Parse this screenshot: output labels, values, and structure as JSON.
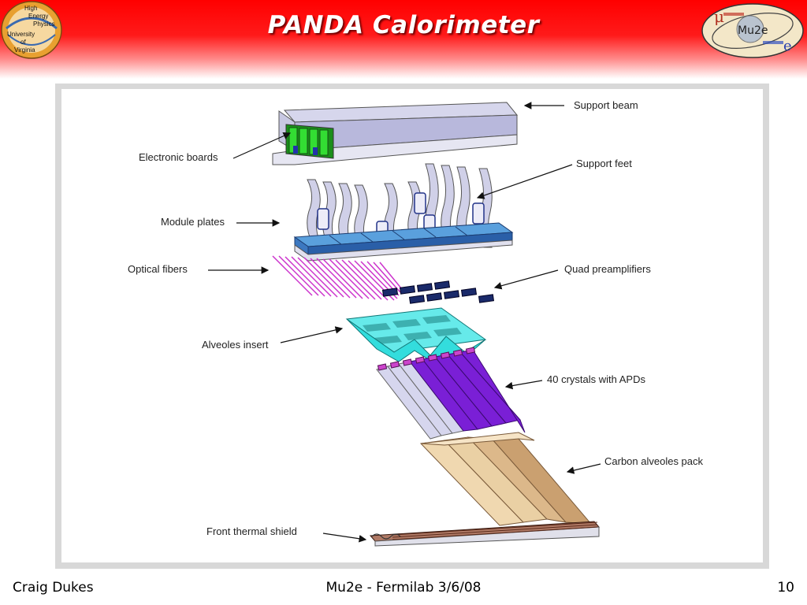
{
  "slide": {
    "title": "PANDA Calorimeter",
    "logo_left": {
      "lines": [
        "High",
        "Energy",
        "Physics",
        "University",
        "of",
        "Virginia"
      ]
    },
    "logo_right": {
      "text": "Mu2e",
      "mu": "μ",
      "e": "e"
    }
  },
  "diagram": {
    "labels": {
      "support_beam": "Support beam",
      "electronic_boards": "Electronic boards",
      "support_feet": "Support feet",
      "module_plates": "Module plates",
      "optical_fibers": "Optical fibers",
      "quad_preamplifiers": "Quad preamplifiers",
      "alveoles_insert": "Alveoles insert",
      "crystals": "40 crystals with APDs",
      "carbon_alveoles_pack": "Carbon alveoles pack",
      "front_thermal_shield": "Front thermal shield"
    }
  },
  "footer": {
    "author": "Craig Dukes",
    "event": "Mu2e - Fermilab 3/6/08",
    "page_number": "10"
  },
  "colors": {
    "header_red": "#ff0000",
    "support_beam": "#b8b8dc",
    "boards_green": "#22cc22",
    "plate_blue": "#2a5fa8",
    "fiber_magenta": "#cc33cc",
    "alveoles_cyan": "#33dddd",
    "crystal_purple": "#7a1fd6",
    "carbon_tan": "#d9b48a",
    "shield_brown": "#8a4a3a"
  }
}
